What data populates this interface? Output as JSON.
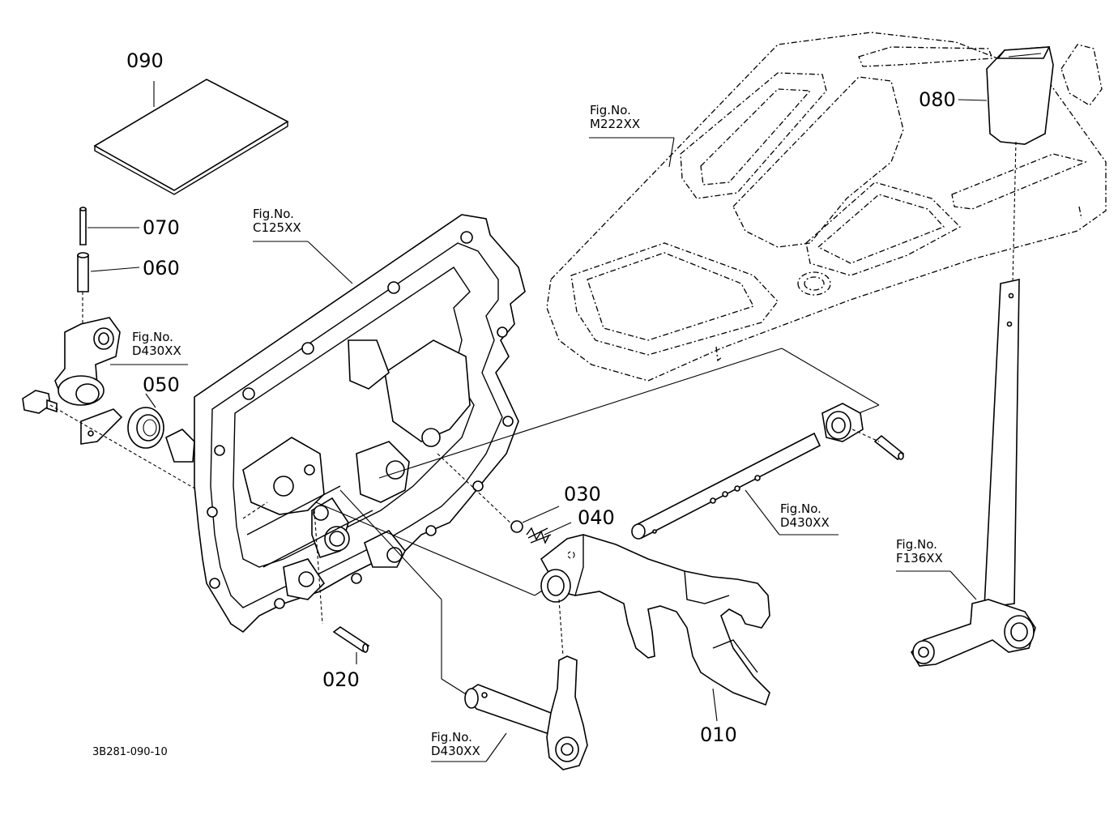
{
  "parts": {
    "p090": "090",
    "p070": "070",
    "p060": "060",
    "p050": "050",
    "p080": "080",
    "p030": "030",
    "p040": "040",
    "p020": "020",
    "p010": "010"
  },
  "figrefs": {
    "m222": {
      "title": "Fig.No.",
      "code": "M222XX"
    },
    "c125": {
      "title": "Fig.No.",
      "code": "C125XX"
    },
    "d430_left": {
      "title": "Fig.No.",
      "code": "D430XX"
    },
    "d430_shaft": {
      "title": "Fig.No.",
      "code": "D430XX"
    },
    "f136": {
      "title": "Fig.No.",
      "code": "F136XX"
    },
    "d430_bottom": {
      "title": "Fig.No.",
      "code": "D430XX"
    }
  },
  "document_code": "3B281-090-10"
}
